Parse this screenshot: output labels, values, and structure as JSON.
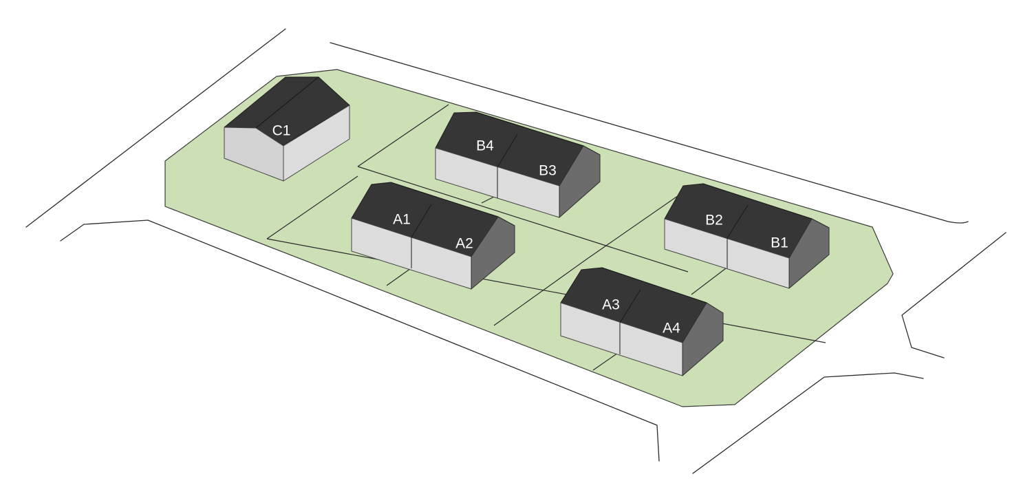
{
  "units": {
    "c1": "C1",
    "b4": "B4",
    "b3": "B3",
    "a1": "A1",
    "a2": "A2",
    "b2": "B2",
    "b1": "B1",
    "a3": "A3",
    "a4": "A4"
  },
  "colors": {
    "site_fill": "#ccdfb5",
    "roof": "#363636",
    "wall_light": "#dcdcdc",
    "wall_dark": "#6c6c6c",
    "road_line": "#2a2a2a",
    "label_text": "#ffffff"
  }
}
